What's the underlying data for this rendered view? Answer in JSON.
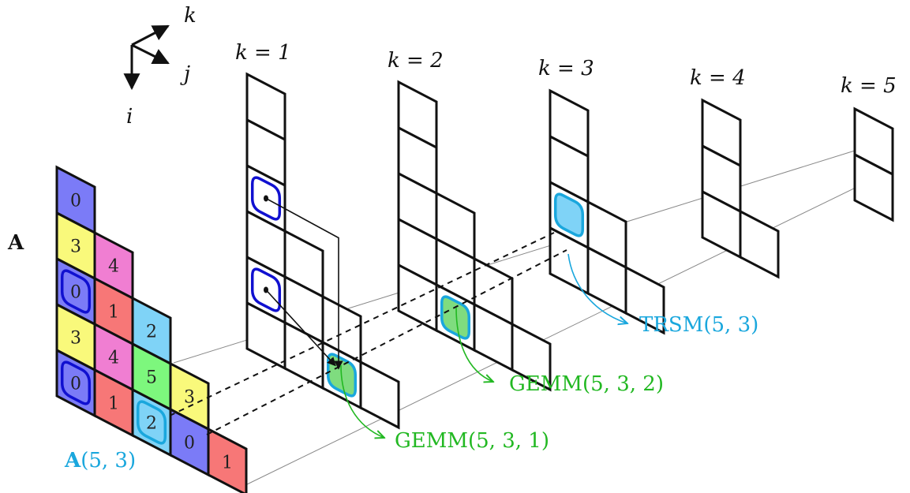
{
  "matrix": {
    "name": "A",
    "values": [
      [
        0
      ],
      [
        3,
        4
      ],
      [
        0,
        1,
        2
      ],
      [
        3,
        4,
        5,
        3
      ],
      [
        0,
        1,
        2,
        0,
        1
      ]
    ],
    "value_colors": {
      "0": "#7b7bf7",
      "1": "#f77777",
      "2": "#7fd3f7",
      "3": "#f9f97b",
      "4": "#f07ed2",
      "5": "#7df77d"
    },
    "highlighted_cell": {
      "row": 5,
      "col": 3
    },
    "highlight_label_bold": "A",
    "highlight_label_rest": "(5, 3)"
  },
  "axes": {
    "k": "k",
    "j": "j",
    "i": "i"
  },
  "layers": [
    {
      "label": "k = 1"
    },
    {
      "label": "k = 2"
    },
    {
      "label": "k = 3"
    },
    {
      "label": "k = 4"
    },
    {
      "label": "k = 5"
    }
  ],
  "operations": [
    {
      "label": "TRSM(5, 3)",
      "color": "#1aa7dd"
    },
    {
      "label": "GEMM(5, 3, 2)",
      "color": "#22b822"
    },
    {
      "label": "GEMM(5, 3, 1)",
      "color": "#22b822"
    }
  ],
  "colors": {
    "cyan": "#1aa7dd",
    "green": "#22b822",
    "blue_outline": "#1010d0",
    "green_fill": "#7fdc7f",
    "cyan_fill": "#7fd3f7"
  }
}
